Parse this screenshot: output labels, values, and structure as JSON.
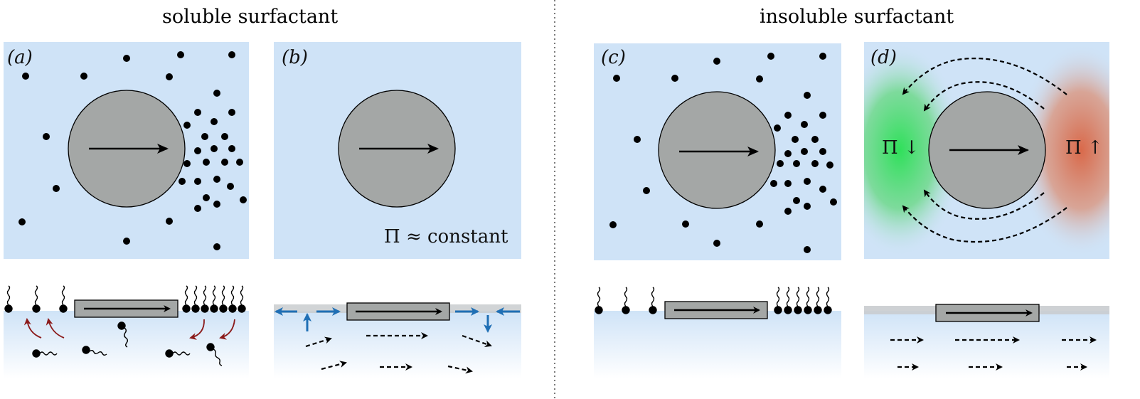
{
  "headings": {
    "left": "soluble surfactant",
    "right": "insoluble surfactant"
  },
  "panels": {
    "a": "(a)",
    "b": "(b)",
    "c": "(c)",
    "d": "(d)"
  },
  "annotations": {
    "b_pressure": "Π ≈ constant",
    "d_low": "Π ↓",
    "d_high": "Π ↑"
  },
  "colors": {
    "panel_blue": "#cfe3f7",
    "disk_gray": "#a4a7a6",
    "adsorption_arrow": "#8b1a1a",
    "marangoni_arrow": "#1f6fb5",
    "low_pressure": "#2fe05a",
    "high_pressure": "#d9694a",
    "surface_layer": "#c9cccf"
  }
}
